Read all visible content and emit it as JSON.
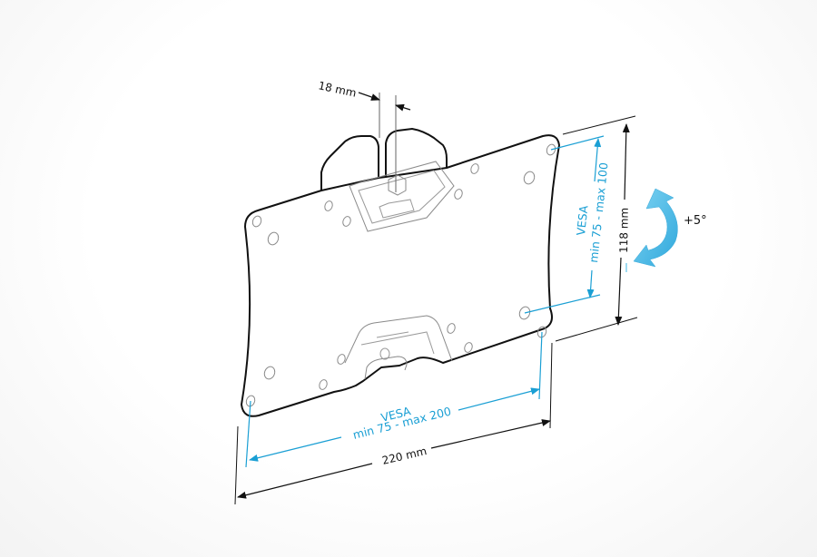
{
  "diagram": {
    "subject": "TV wall mount bracket with tilt",
    "colors": {
      "outline": "#111111",
      "detail": "#8a8a8a",
      "vesa_accent": "#1a9fd4",
      "tilt_arrow": "#5cc3ea"
    },
    "dimensions": {
      "gap": {
        "label": "18 mm"
      },
      "height": {
        "label": "118 mm"
      },
      "width": {
        "label": "220 mm"
      }
    },
    "vesa_vertical": {
      "line1": "VESA",
      "line2": "min 75 - max 100"
    },
    "vesa_horizontal": {
      "line1": "VESA",
      "line2": "min 75 - max 200"
    },
    "tilt": {
      "label": "+5°",
      "icon": "curved-tilt-arrow-icon"
    }
  }
}
